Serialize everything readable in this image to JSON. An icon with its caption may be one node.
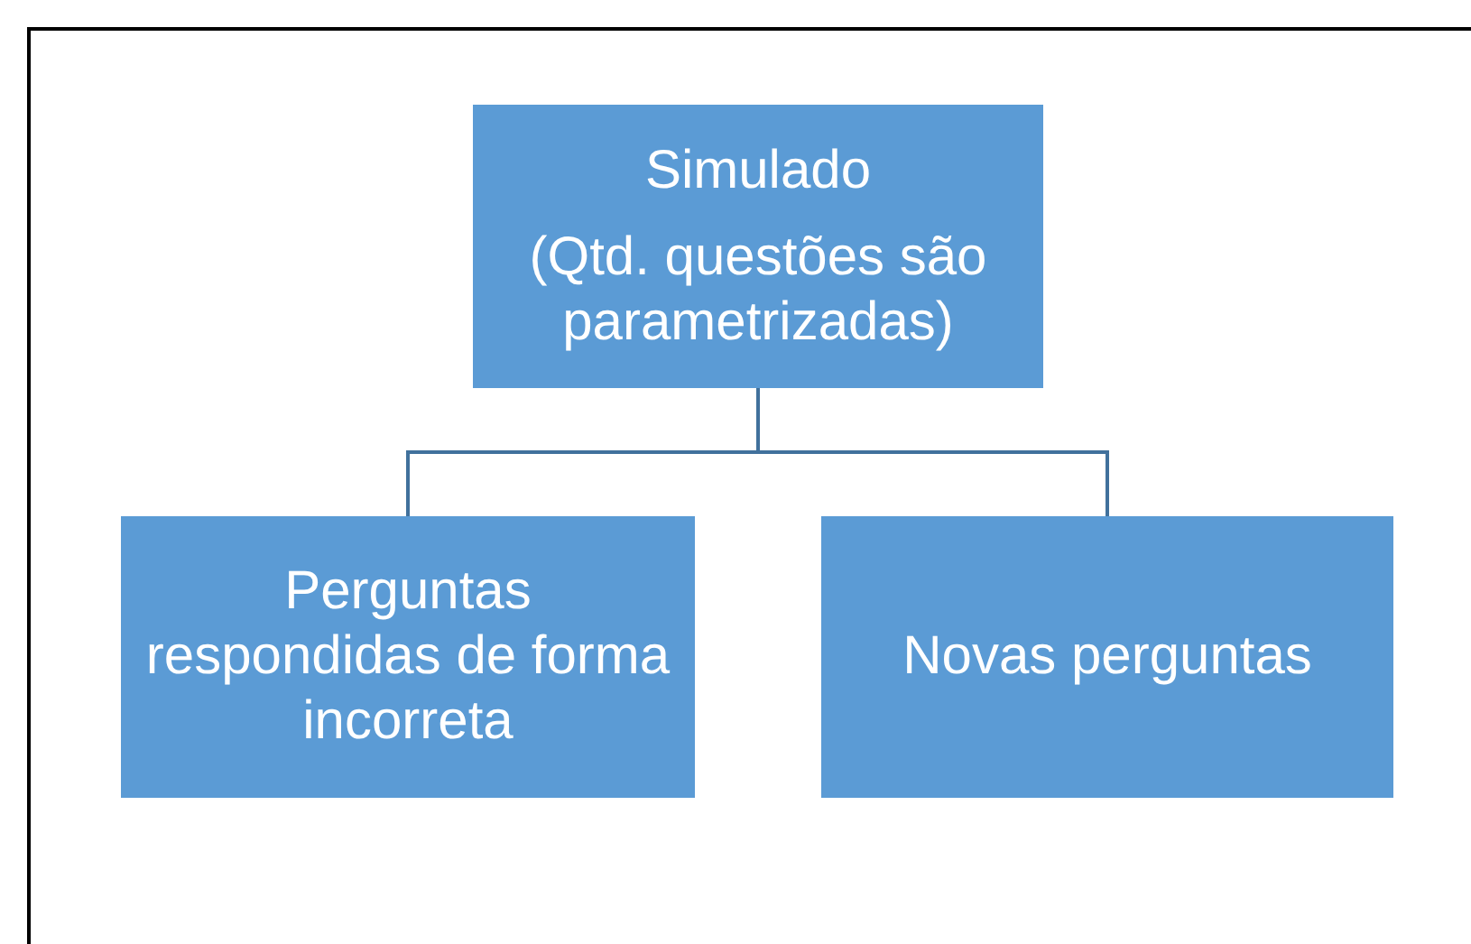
{
  "diagram": {
    "nodes": [
      {
        "text": [
          "Simulado",
          "(Qtd. questões são parametrizadas)"
        ]
      },
      {
        "text": [
          "Perguntas respondidas de forma incorreta"
        ]
      },
      {
        "text": [
          "Novas perguntas"
        ]
      }
    ],
    "edges": [
      {
        "from": 0,
        "to": 1,
        "arrow": "none"
      },
      {
        "from": 0,
        "to": 2,
        "arrow": "none"
      }
    ]
  }
}
